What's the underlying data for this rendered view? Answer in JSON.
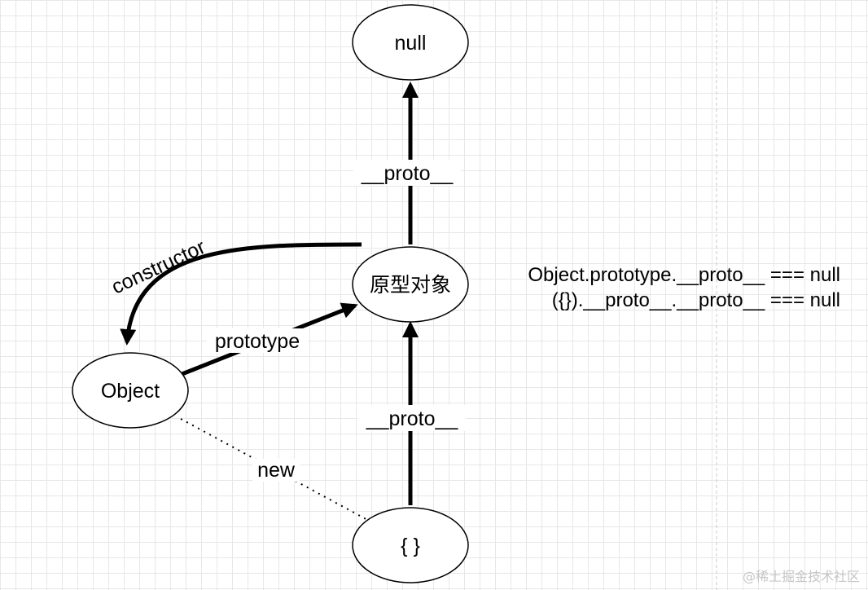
{
  "nodes": {
    "null": "null",
    "prototype_object": "原型对象",
    "object": "Object",
    "instance": "{ }"
  },
  "edges": {
    "proto_top": "__proto__",
    "proto_bottom": "__proto__",
    "constructor": "constructor",
    "prototype": "prototype",
    "new": "new"
  },
  "notes": [
    "Object.prototype.__proto__ === null",
    "({}).__proto__.__proto__ === null"
  ],
  "watermark": "@稀土掘金技术社区"
}
